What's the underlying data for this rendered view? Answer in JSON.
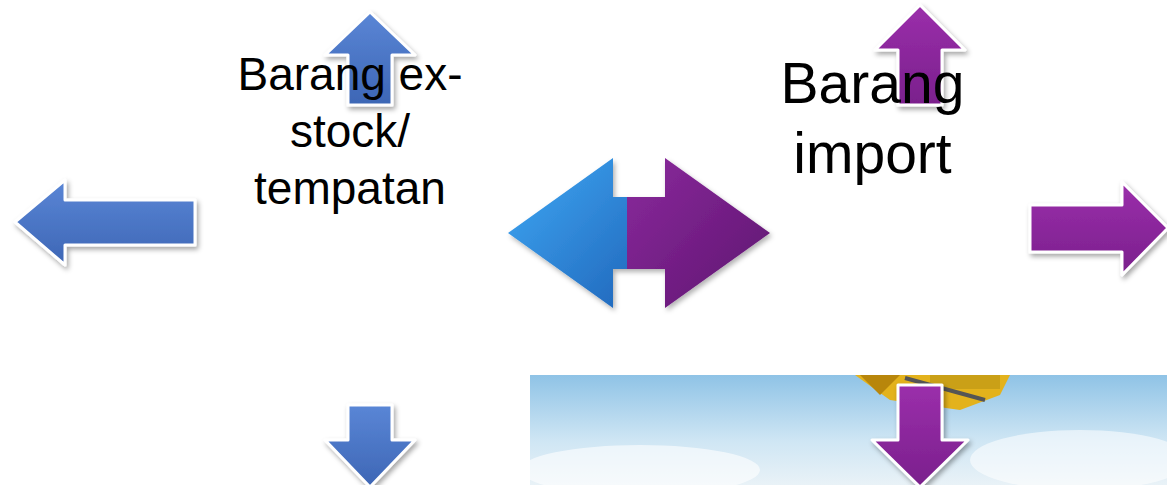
{
  "diagram": {
    "nodes": [
      {
        "text": [
          "Barang ex-stock/ tempatan"
        ]
      },
      {
        "text": [
          "Barang import"
        ]
      }
    ],
    "edges": [
      {
        "from": 0,
        "to": 1,
        "arrow": "both"
      }
    ]
  }
}
